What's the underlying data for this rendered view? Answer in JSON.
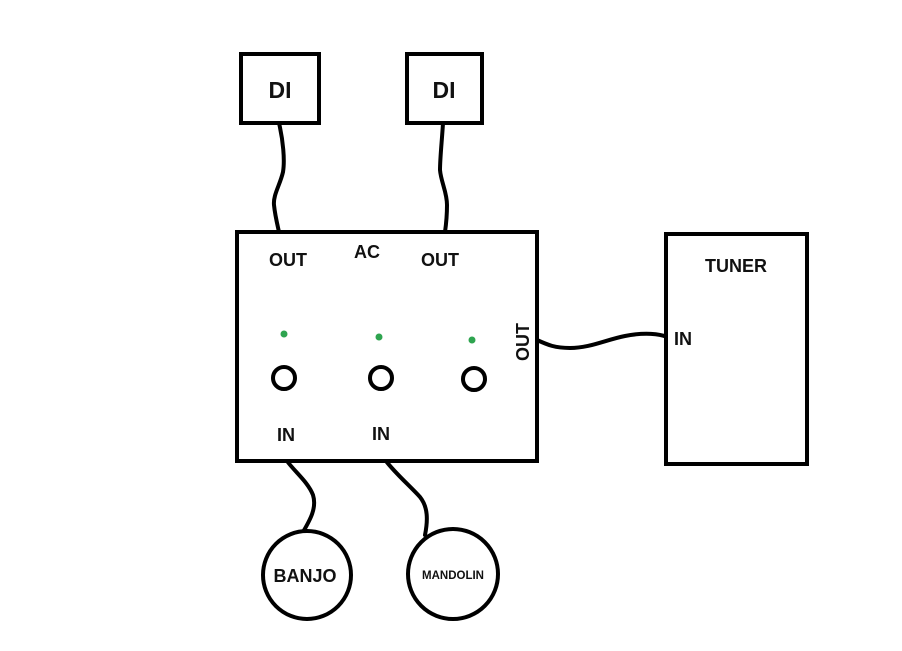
{
  "diagram": {
    "di_boxes": [
      {
        "label": "DI"
      },
      {
        "label": "DI"
      }
    ],
    "mixer": {
      "top_labels": {
        "out_left": "OUT",
        "ac": "AC",
        "out_right": "OUT"
      },
      "side_label": "OUT",
      "inputs": [
        {
          "label": "IN"
        },
        {
          "label": "IN"
        }
      ],
      "channel_count": 3,
      "led_color": "#2ea44f"
    },
    "tuner": {
      "title": "TUNER",
      "input_label": "IN"
    },
    "instruments": [
      {
        "label": "BANJO"
      },
      {
        "label": "MANDOLIN"
      }
    ],
    "connections": [
      {
        "from": "DI",
        "to": "OUT (left)"
      },
      {
        "from": "DI",
        "to": "OUT (right)"
      },
      {
        "from": "BANJO",
        "to": "IN (left)"
      },
      {
        "from": "MANDOLIN",
        "to": "IN (middle)"
      },
      {
        "from": "OUT (side)",
        "to": "TUNER IN"
      }
    ]
  }
}
